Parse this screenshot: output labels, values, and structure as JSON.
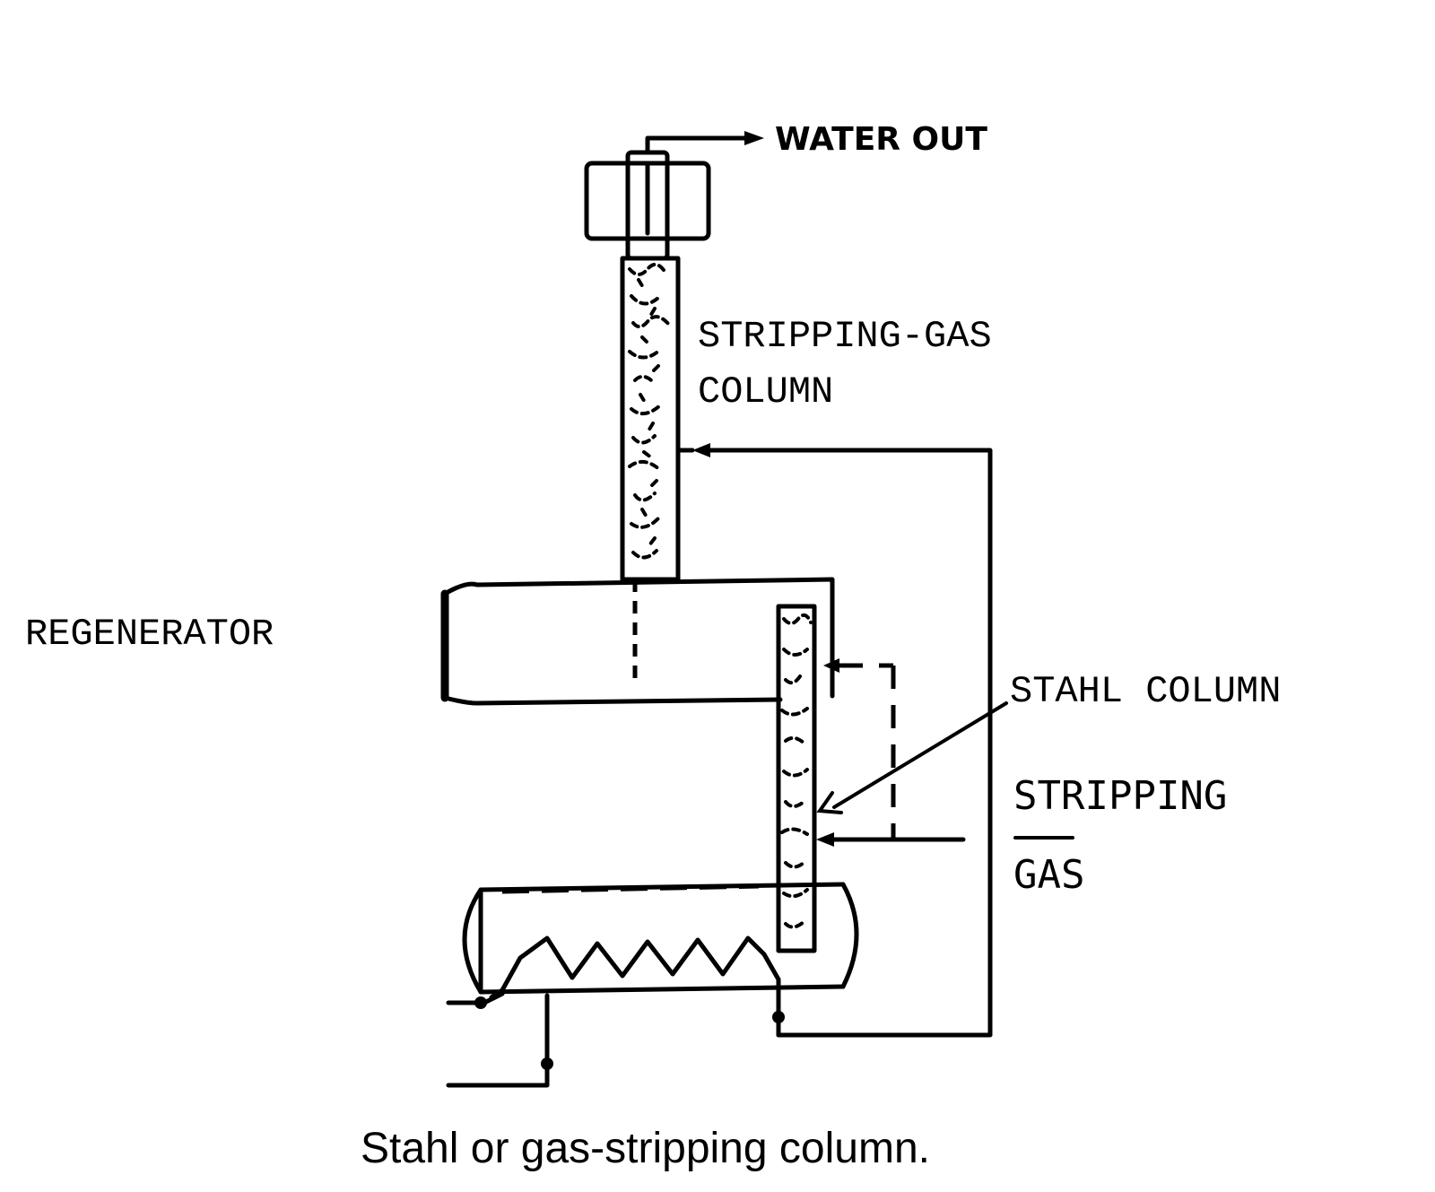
{
  "labels": {
    "water_out": "WATER OUT",
    "stripping_gas_column_line1": "STRIPPING-GAS",
    "stripping_gas_column_line2": "COLUMN",
    "regenerator": "REGENERATOR",
    "stahl_column": "STAHL COLUMN",
    "stripping_gas_line1": "STRIPPING",
    "stripping_gas_line2": "GAS"
  },
  "caption": "Stahl or gas-stripping column."
}
